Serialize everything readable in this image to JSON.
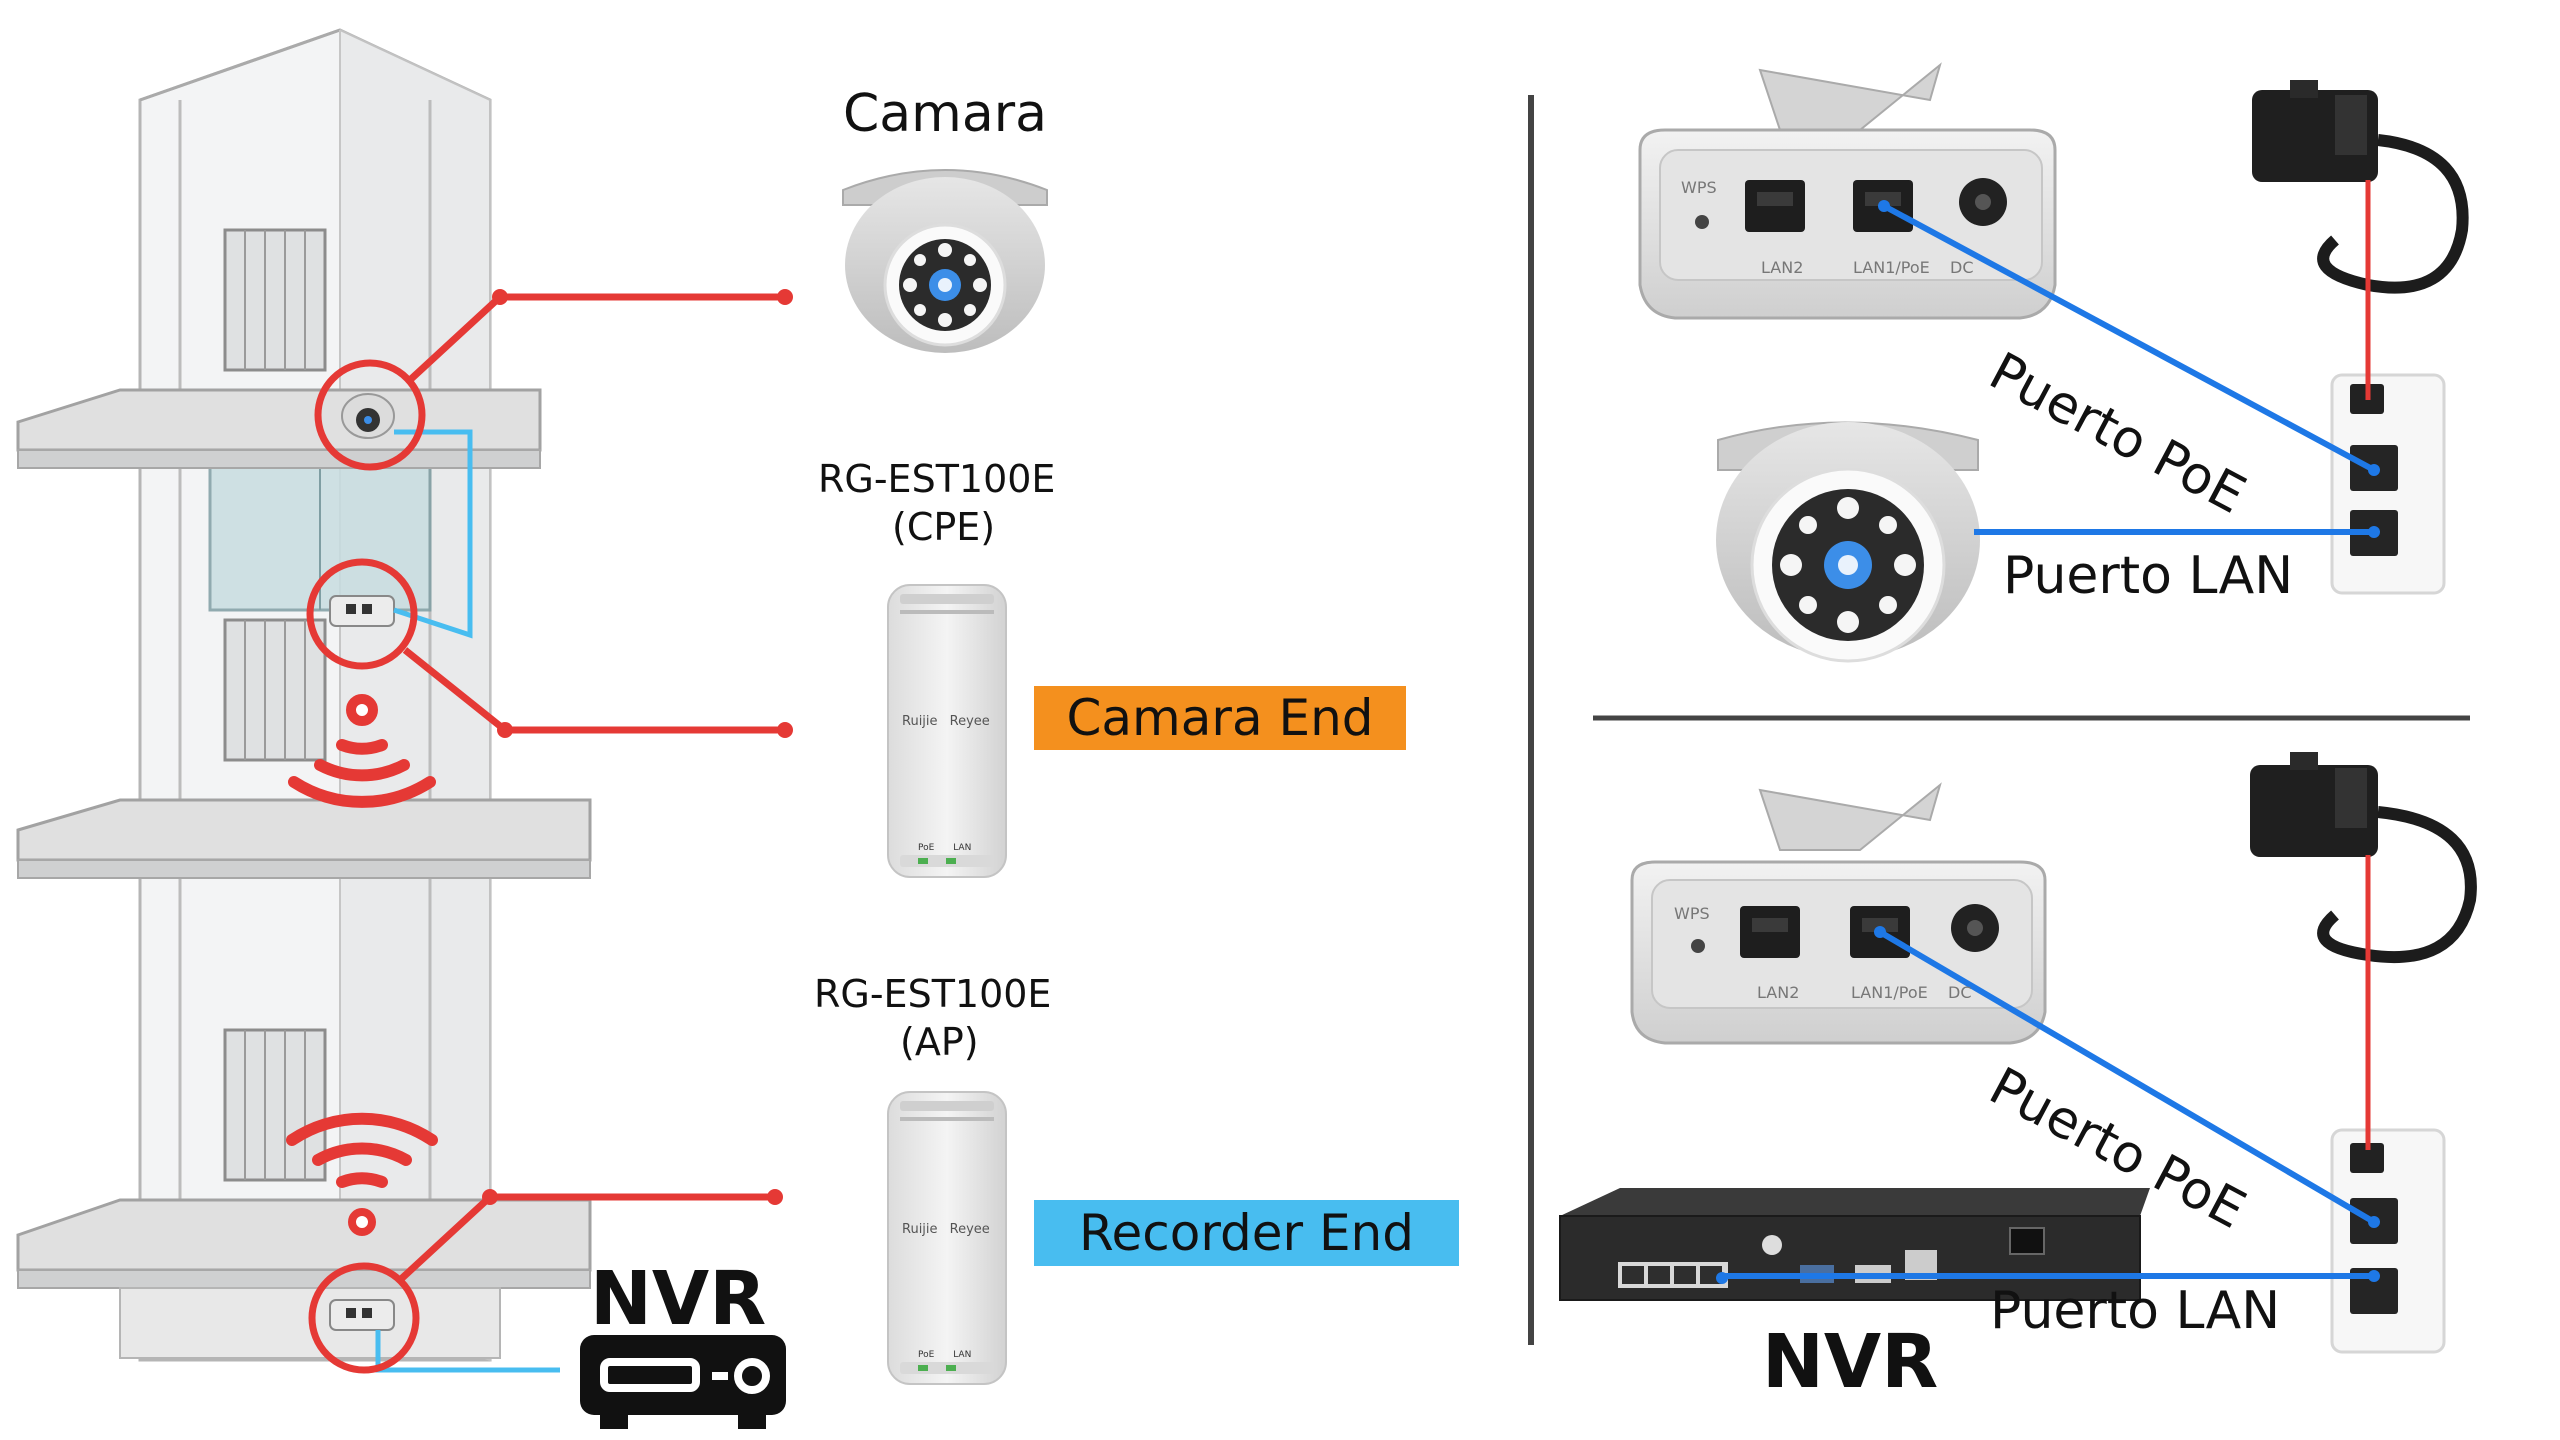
{
  "left": {
    "camera_title": "Camara",
    "cpe_model": "RG-EST100E",
    "cpe_role": "(CPE)",
    "ap_model": "RG-EST100E",
    "ap_role": "(AP)",
    "camera_end_label": "Camara End",
    "recorder_end_label": "Recorder End",
    "nvr_label": "NVR",
    "device_brand": "Ruijie",
    "device_sub_brand": "Reyee",
    "device_port_poe": "PoE",
    "device_port_lan": "LAN"
  },
  "right_top": {
    "wps_label": "WPS",
    "lan2_label": "LAN2",
    "lan1_label": "LAN1/PoE",
    "dc_label": "DC",
    "poe_port_label": "Puerto PoE",
    "lan_port_label": "Puerto LAN"
  },
  "right_bottom": {
    "wps_label": "WPS",
    "lan2_label": "LAN2",
    "lan1_label": "LAN1/PoE",
    "dc_label": "DC",
    "poe_port_label": "Puerto PoE",
    "lan_port_label": "Puerto LAN",
    "nvr_label": "NVR"
  },
  "colors": {
    "callout_red": "#e53935",
    "cable_blue": "#1e78e6",
    "camera_end_bg": "#f4901e",
    "recorder_end_bg": "#48bdf0",
    "divider": "#444444"
  }
}
